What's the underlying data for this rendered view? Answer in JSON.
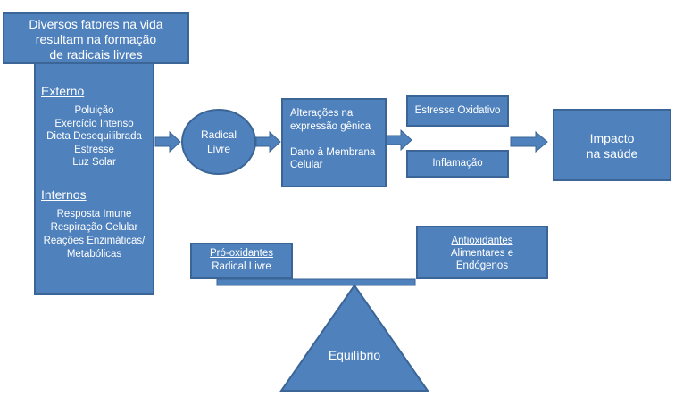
{
  "title_box": {
    "lines": [
      "Diversos fatores na vida",
      "resultam na formação",
      "de radicais livres"
    ]
  },
  "sources": {
    "external_heading": "Externo",
    "external_items": [
      "Poluição",
      "Exercício Intenso",
      "Dieta Desequilibrada",
      "Estresse",
      "Luz Solar"
    ],
    "internal_heading": "Internos",
    "internal_items": [
      "Resposta Imune",
      "Respiração Celular",
      "Reações Enzimáticas/",
      "Metabólicas"
    ]
  },
  "radical": {
    "lines": [
      "Radical",
      "Livre"
    ]
  },
  "alterations": {
    "lines": [
      "Alterações na",
      "expressão gênica",
      "",
      "Dano à Membrana",
      "Celular"
    ]
  },
  "oxidative": {
    "label": "Estresse Oxidativo"
  },
  "inflammation": {
    "label": "Inflamação"
  },
  "impact": {
    "lines": [
      "Impacto",
      "na saúde"
    ]
  },
  "balance": {
    "left_heading": "Pró-oxidantes",
    "left_text": "Radical Livre",
    "right_heading": "Antioxidantes",
    "right_lines": [
      "Alimentares e",
      "Endógenos"
    ],
    "fulcrum_label": "Equilíbrio"
  },
  "colors": {
    "fill": "#4f81bd",
    "stroke": "#3a6596",
    "text": "#ffffff"
  }
}
